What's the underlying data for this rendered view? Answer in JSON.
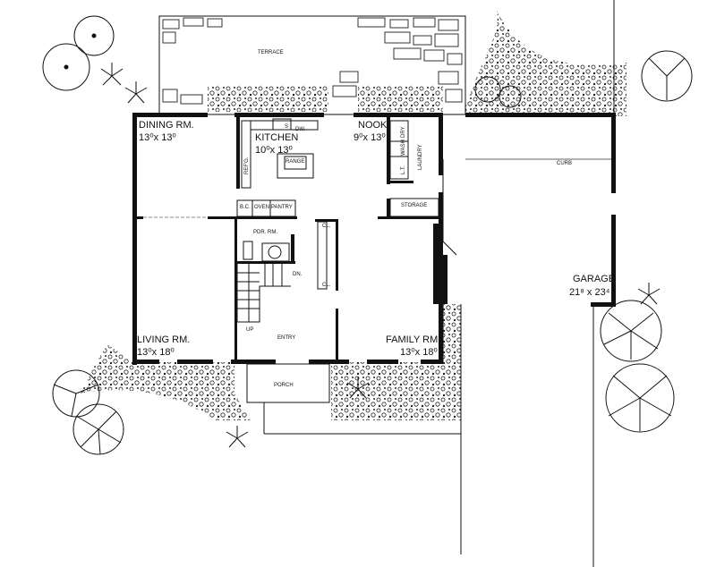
{
  "rooms": {
    "terrace": "TERRACE",
    "dining": {
      "name": "DINING RM.",
      "size": "13⁰x 13⁰"
    },
    "kitchen": {
      "name": "KITCHEN",
      "size": "10⁰x 13⁰"
    },
    "nook": {
      "name": "NOOK",
      "size": "9⁰x 13⁰"
    },
    "laundry": "LAUNDRY",
    "storage": "STORAGE",
    "powder": "PDR. RM.",
    "living": {
      "name": "LIVING RM.",
      "size": "13⁰x 18⁰"
    },
    "entry": "ENTRY",
    "family": {
      "name": "FAMILY RM.",
      "size": "13⁰x 18⁰"
    },
    "porch": "PORCH",
    "garage": {
      "name": "GARAGE",
      "size": "21⁸ x 23⁴"
    }
  },
  "fixtures": {
    "range": "RANGE",
    "refrigerator": "REF'G.",
    "sink": "S",
    "dishwasher": "DW.",
    "dryer": "DRY",
    "washer": "WASH",
    "laundry_tub": "L.T.",
    "broom_closet": "B.C.",
    "oven": "OVEN",
    "pantry": "PANTRY",
    "closet_1": "CL.",
    "closet_2": "CL.",
    "stairs_up": "UP",
    "stairs_down": "DN.",
    "curb": "CURB"
  }
}
